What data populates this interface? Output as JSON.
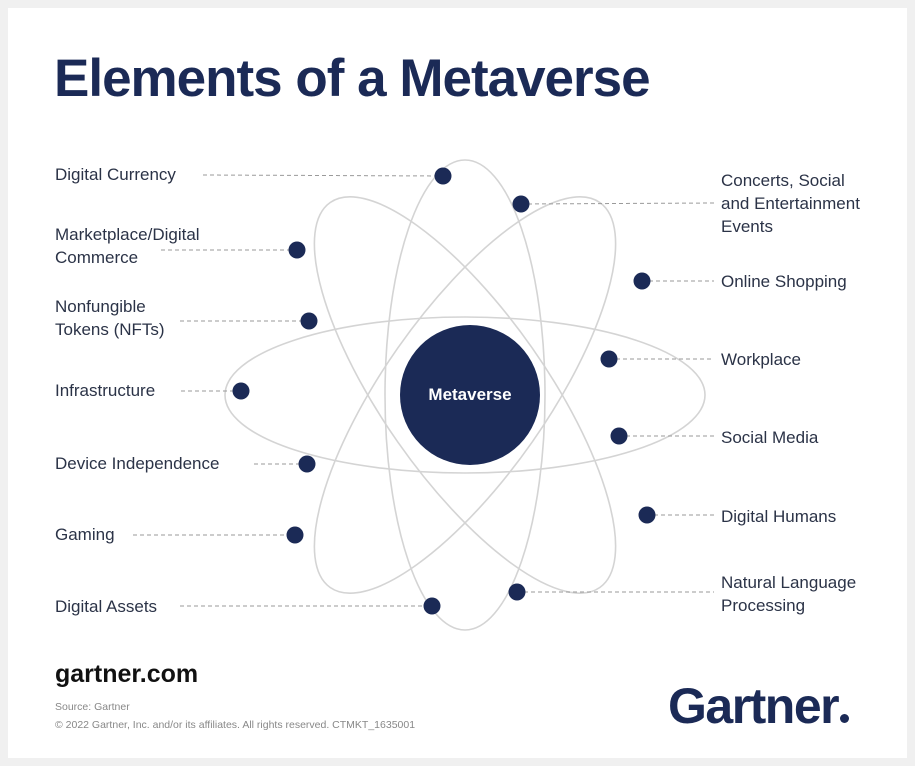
{
  "title": "Elements of a Metaverse",
  "center": "Metaverse",
  "left_labels": [
    "Digital Currency",
    "Marketplace/Digital\nCommerce",
    "Nonfungible\nTokens (NFTs)",
    "Infrastructure",
    "Device Independence",
    "Gaming",
    "Digital Assets"
  ],
  "right_labels": [
    "Concerts, Social\nand Entertainment\nEvents",
    "Online Shopping",
    "Workplace",
    "Social Media",
    "Digital Humans",
    "Natural Language\nProcessing"
  ],
  "footer": {
    "site": "gartner.com",
    "source": "Source: Gartner",
    "copyright": "© 2022 Gartner, Inc. and/or its affiliates. All rights reserved. CTMKT_1635001",
    "logo": "Gartner"
  },
  "colors": {
    "navy": "#1b2a56",
    "orbit": "#d4d4d4",
    "leader": "#9a9a9a"
  }
}
